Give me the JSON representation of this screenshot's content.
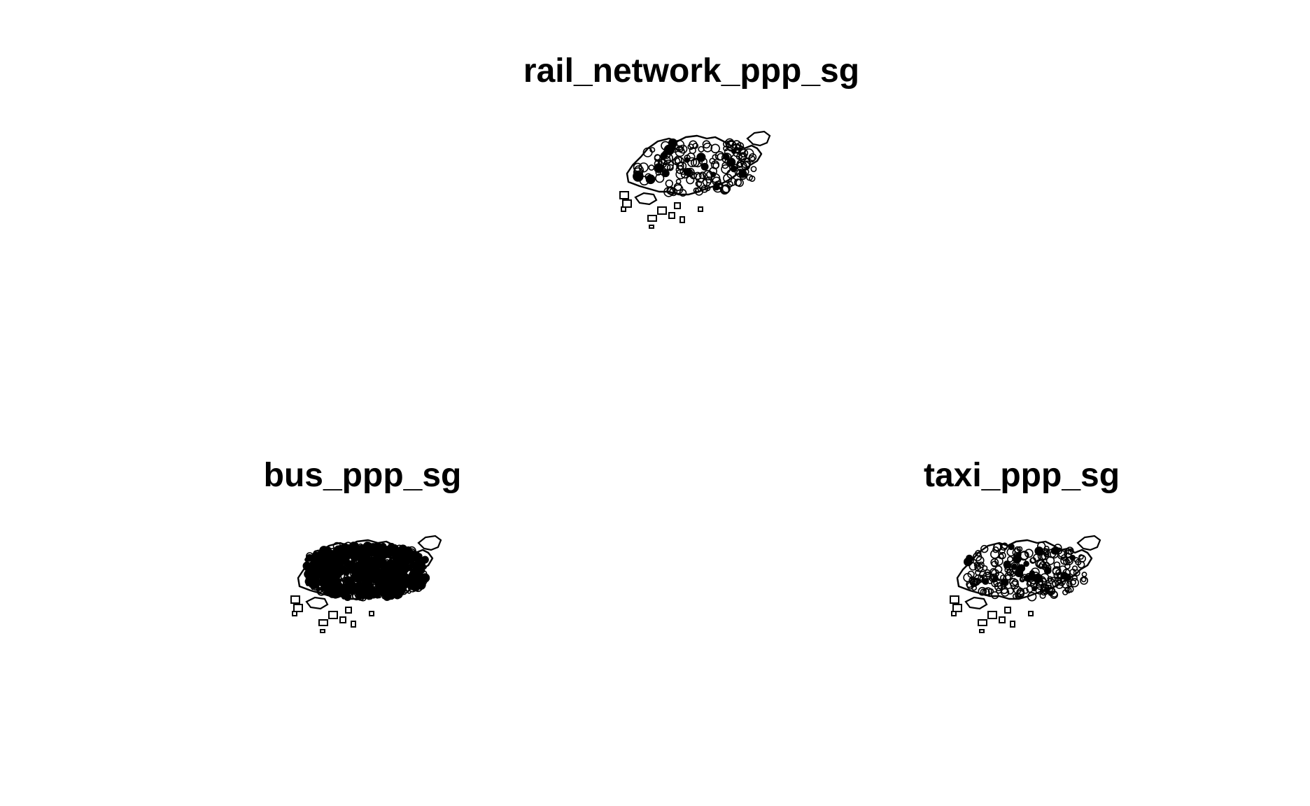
{
  "figure": {
    "panels": [
      {
        "id": "rail",
        "title": "rail_network_ppp_sg",
        "density": "medium"
      },
      {
        "id": "bus",
        "title": "bus_ppp_sg",
        "density": "heavy"
      },
      {
        "id": "taxi",
        "title": "taxi_ppp_sg",
        "density": "medium-light"
      }
    ],
    "colors": {
      "background": "#ffffff",
      "ink": "#000000"
    }
  }
}
